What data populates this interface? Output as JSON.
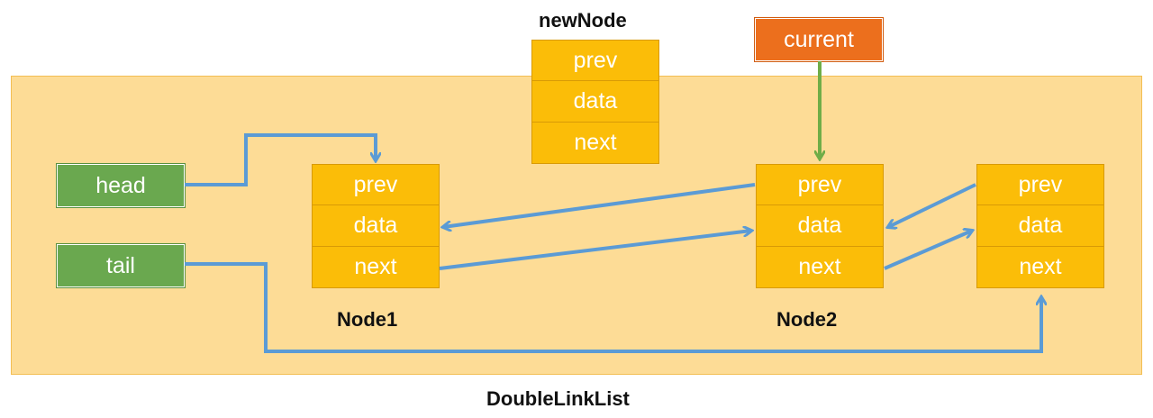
{
  "container": {
    "label": "DoubleLinkList"
  },
  "pointers": {
    "head": "head",
    "tail": "tail",
    "current": "current"
  },
  "new_node": {
    "title": "newNode",
    "fields": [
      "prev",
      "data",
      "next"
    ]
  },
  "nodes": [
    {
      "caption": "Node1",
      "fields": [
        "prev",
        "data",
        "next"
      ]
    },
    {
      "caption": "Node2",
      "fields": [
        "prev",
        "data",
        "next"
      ]
    },
    {
      "caption": "",
      "fields": [
        "prev",
        "data",
        "next"
      ]
    }
  ],
  "colors": {
    "container_fill": "#fddc96",
    "node_fill": "#fbbd08",
    "pointer_fill": "#6aa84f",
    "current_fill": "#ec6f1d",
    "link_arrow": "#5b9bd5",
    "current_arrow": "#70ad47"
  }
}
